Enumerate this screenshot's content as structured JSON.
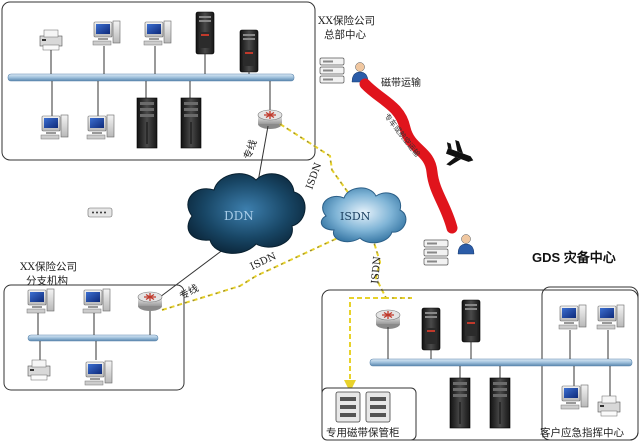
{
  "hq": {
    "name_line1": "XX保险公司",
    "name_line2": "总部中心",
    "tape_transport": "磁带运输",
    "leased_line": "专线",
    "route_text": "专车或航空运输"
  },
  "branch": {
    "name_line1": "XX保险公司",
    "name_line2": "分支机构",
    "leased_line": "专线"
  },
  "clouds": {
    "ddn": "DDN",
    "isdn": "ISDN"
  },
  "links": {
    "isdn_hq": "ISDN",
    "isdn_branch": "ISDN",
    "isdn_gds": "ISDN"
  },
  "gds": {
    "title": "GDS 灾备中心",
    "tape_cabinet": "专用磁带保管柜",
    "command_center": "客户应急指挥中心"
  },
  "colors": {
    "cloud_dark": "#0f3350",
    "cloud_light": "#7fb4d6",
    "tape_route": "#e0141c",
    "isdn_line": "#e8d22a",
    "bus": "#8eb5d4"
  }
}
